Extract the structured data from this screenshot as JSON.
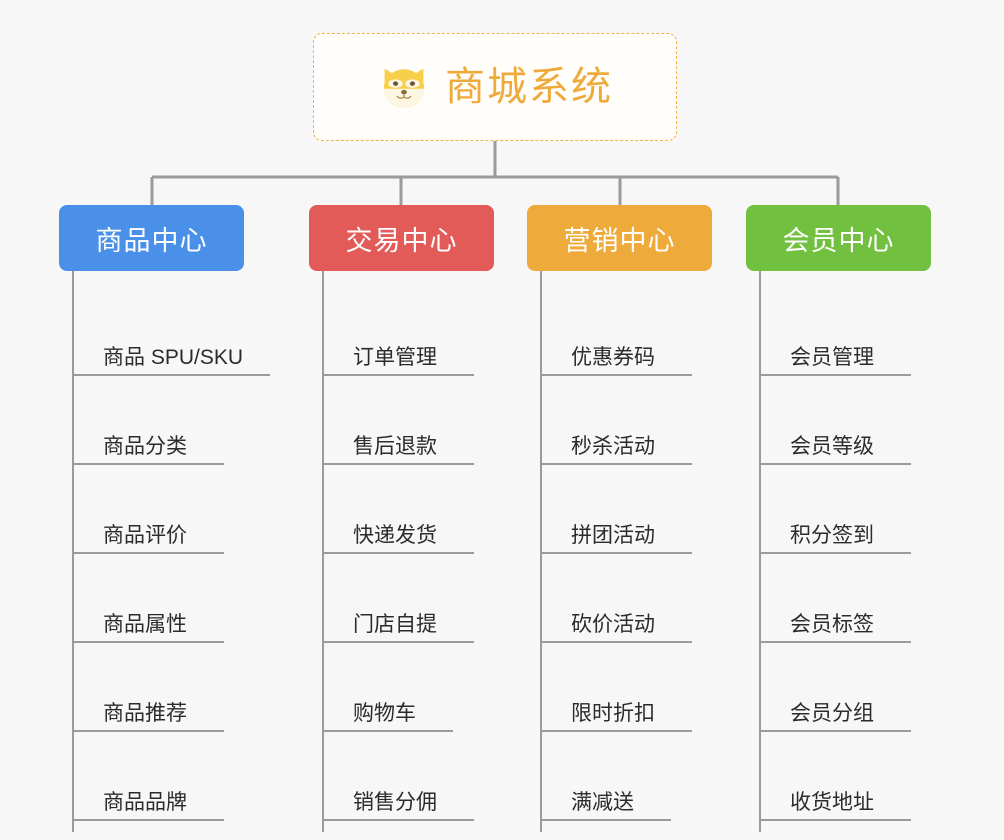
{
  "root": {
    "title": "商城系统",
    "icon": "dog-face-icon",
    "icon_glyph": "🐶",
    "border_color": "#f0b24a",
    "text_color": "#eeab3c",
    "background": "#fffefb"
  },
  "canvas": {
    "background": "#f7f7f7",
    "connector_color": "#9b9b9b",
    "leaf_text_color": "#2b2b2b"
  },
  "branches": [
    {
      "label": "商品中心",
      "color": "#4a90e8",
      "items": [
        "商品 SPU/SKU",
        "商品分类",
        "商品评价",
        "商品属性",
        "商品推荐",
        "商品品牌"
      ]
    },
    {
      "label": "交易中心",
      "color": "#e25b58",
      "items": [
        "订单管理",
        "售后退款",
        "快递发货",
        "门店自提",
        "购物车",
        "销售分佣"
      ]
    },
    {
      "label": "营销中心",
      "color": "#eeab3c",
      "items": [
        "优惠券码",
        "秒杀活动",
        "拼团活动",
        "砍价活动",
        "限时折扣",
        "满减送"
      ]
    },
    {
      "label": "会员中心",
      "color": "#72c040",
      "items": [
        "会员管理",
        "会员等级",
        "积分签到",
        "会员标签",
        "会员分组",
        "收货地址"
      ]
    }
  ]
}
